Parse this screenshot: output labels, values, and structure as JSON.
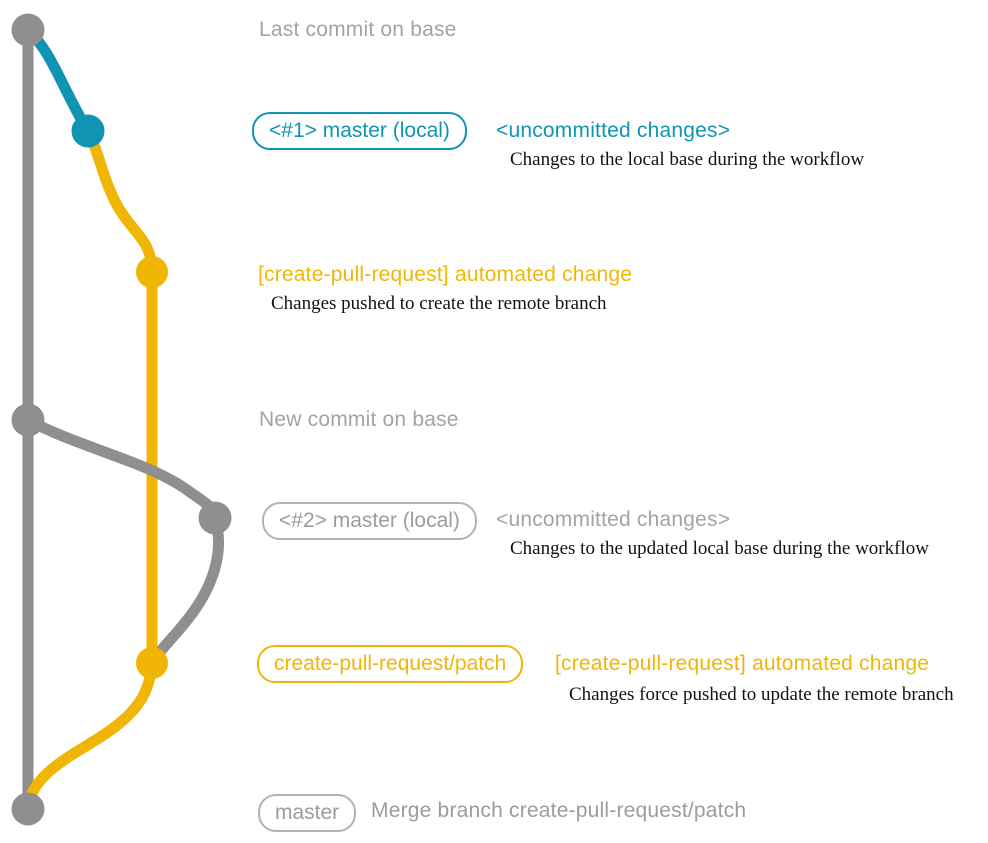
{
  "colors": {
    "teal": "#1094B4",
    "yellow": "#F1B605",
    "gray": "#8F8F8F",
    "grayText": "#A3A3A3",
    "grayBorder": "#B2B2B2",
    "grayTagText": "#9C9C9C",
    "ink": "#121212"
  },
  "annotations": {
    "last_commit": {
      "text": "Last commit on base"
    },
    "master_local_1": {
      "tag": "<#1> master (local)",
      "status": "<uncommitted changes>",
      "desc": "Changes to the local base during the workflow"
    },
    "auto_change_1": {
      "title": "[create-pull-request] automated change",
      "desc": "Changes pushed to create the remote branch"
    },
    "new_commit": {
      "text": "New commit on base"
    },
    "master_local_2": {
      "tag": "<#2> master (local)",
      "status": "<uncommitted changes>",
      "desc": "Changes to the updated local base during the workflow"
    },
    "patch_branch": {
      "tag": "create-pull-request/patch",
      "title": "[create-pull-request] automated change",
      "desc": "Changes force pushed to update the remote branch"
    },
    "merge": {
      "tag": "master",
      "text": "Merge branch create-pull-request/patch"
    }
  }
}
